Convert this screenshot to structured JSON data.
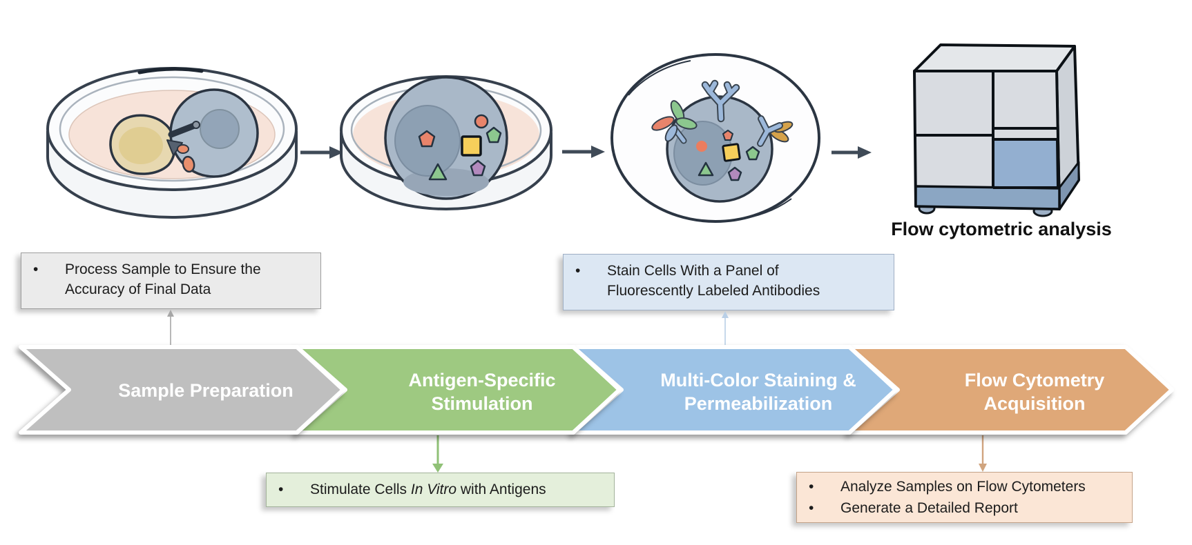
{
  "machine": {
    "caption": "Flow cytometric analysis"
  },
  "chevrons": [
    {
      "label_lines": [
        "Sample Preparation"
      ],
      "color": "#bfbfbf"
    },
    {
      "label_lines": [
        "Antigen-Specific",
        "Stimulation"
      ],
      "color": "#9ec981"
    },
    {
      "label_lines": [
        "Multi-Color Staining &",
        "Permeabilization"
      ],
      "color": "#9dc3e6"
    },
    {
      "label_lines": [
        "Flow Cytometry",
        "Acquisition"
      ],
      "color": "#dfa878"
    }
  ],
  "callouts": {
    "sample_preparation": {
      "bullet": "•",
      "lines": [
        "Process Sample to Ensure the",
        "Accuracy of Final Data"
      ],
      "bg": "#ebebeb",
      "border": "#9d9d9d"
    },
    "staining": {
      "bullet": "•",
      "lines": [
        "Stain Cells With a Panel of",
        "Fluorescently Labeled Antibodies"
      ],
      "bg": "#dce7f3",
      "border": "#9fafc4"
    },
    "stimulation": {
      "bullet": "•",
      "text_pre": "Stimulate Cells ",
      "text_italic": "In Vitro",
      "text_post": " with Antigens",
      "bg": "#e4efdb",
      "border": "#a3b39b"
    },
    "acquisition": {
      "bullet": "•",
      "items": [
        "Analyze Samples on Flow Cytometers",
        "Generate a Detailed Report"
      ],
      "bg": "#fbe6d6",
      "border": "#c4a389"
    }
  },
  "connectors": {
    "sample_preparation_up": {
      "color": "#a6a6a6"
    },
    "staining_up": {
      "color": "#b9cfe6"
    },
    "stimulation_down": {
      "color": "#90c177"
    },
    "acquisition_down": {
      "color": "#d0a47e"
    }
  },
  "flow_arrows": {
    "color": "#3f4a57"
  }
}
